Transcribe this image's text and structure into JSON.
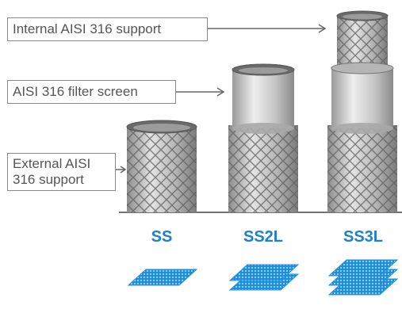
{
  "callouts": {
    "internal": "Internal AISI 316 support",
    "filter_screen": "AISI 316 filter screen",
    "external_line1": "External AISI",
    "external_line2": "316 support"
  },
  "models": [
    "SS",
    "SS2L",
    "SS3L"
  ],
  "layers": [
    1,
    2,
    3
  ],
  "colors": {
    "model_label": "#1e7fd0",
    "mesh_layer": "#1d8fe0",
    "callout_text": "#555555",
    "callout_border": "#8a8a8a",
    "metal_light": "#e4e4e4",
    "metal_dark": "#8c8c8c"
  }
}
